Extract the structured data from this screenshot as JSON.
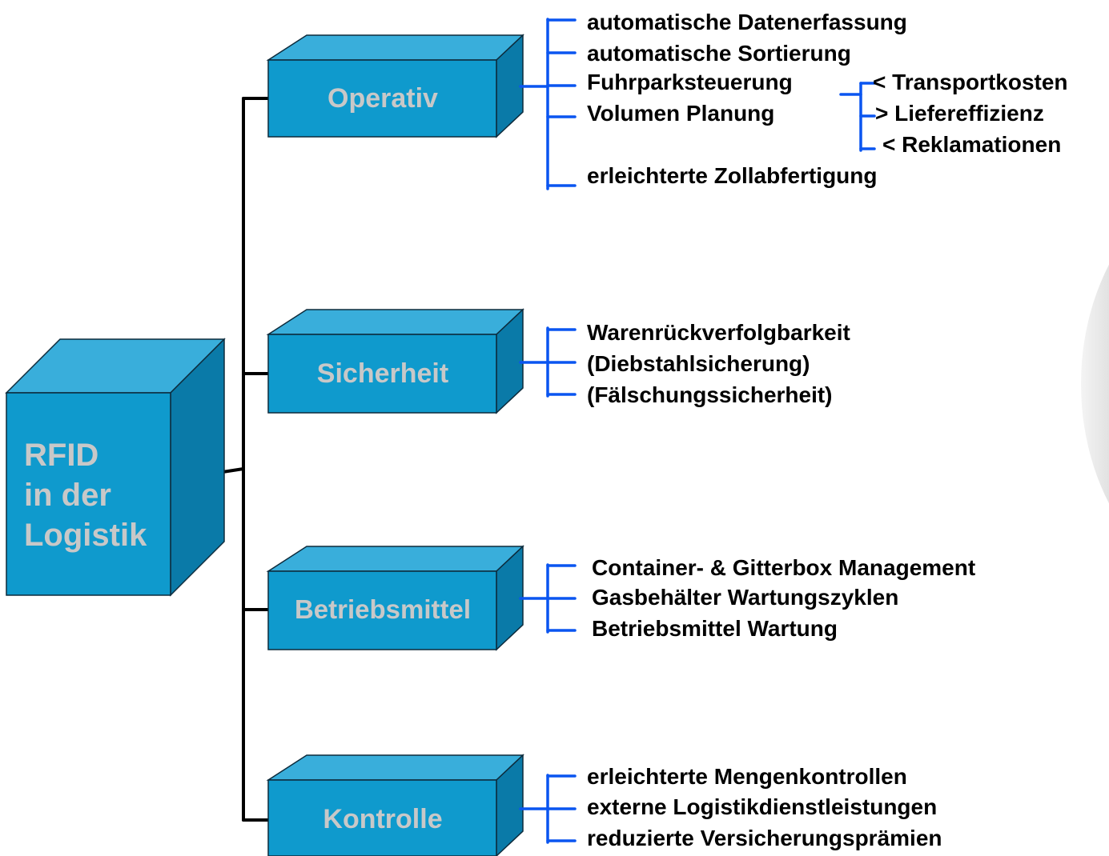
{
  "colors": {
    "cube_front": "#0f9acd",
    "cube_top": "#39aedb",
    "cube_side": "#0a7aa8",
    "cube_edge": "#0d2b3c",
    "label": "#c8c8c8",
    "connector": "#000000",
    "bracket": "#0a55f0"
  },
  "root": {
    "label_lines": [
      "RFID",
      "in der",
      "Logistik"
    ]
  },
  "categories": [
    {
      "label": "Operativ",
      "items": [
        "automatische Datenerfassung",
        "automatische Sortierung",
        "Fuhrparksteuerung",
        "Volumen Planung",
        "erleichterte Zollabfertigung"
      ],
      "sub_items": [
        "< Transportkosten",
        "> Liefereffizienz",
        "< Reklamationen"
      ]
    },
    {
      "label": "Sicherheit",
      "items": [
        "Warenrückverfolgbarkeit",
        "(Diebstahlsicherung)",
        "(Fälschungssicherheit)"
      ]
    },
    {
      "label": "Betriebsmittel",
      "items": [
        "Container- & Gitterbox Management",
        "Gasbehälter Wartungszyklen",
        "Betriebsmittel Wartung"
      ]
    },
    {
      "label": "Kontrolle",
      "items": [
        "erleichterte Mengenkontrollen",
        "externe Logistikdienstleistungen",
        "reduzierte Versicherungsprämien"
      ]
    }
  ]
}
